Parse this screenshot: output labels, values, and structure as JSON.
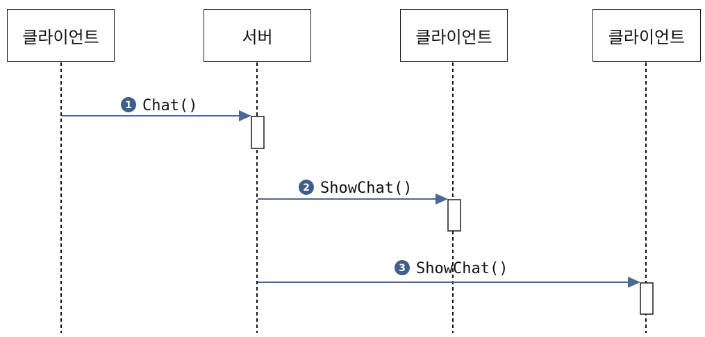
{
  "participants": [
    {
      "label": "클라이언트"
    },
    {
      "label": "서버"
    },
    {
      "label": "클라이언트"
    },
    {
      "label": "클라이언트"
    }
  ],
  "messages": [
    {
      "step": "1",
      "label": "Chat()"
    },
    {
      "step": "2",
      "label": "ShowChat()"
    },
    {
      "step": "3",
      "label": "ShowChat()"
    }
  ],
  "colors": {
    "arrow": "#4a6891",
    "badge": "#3f5f88",
    "lifeline": "#111111",
    "border": "#1a1a1a"
  }
}
